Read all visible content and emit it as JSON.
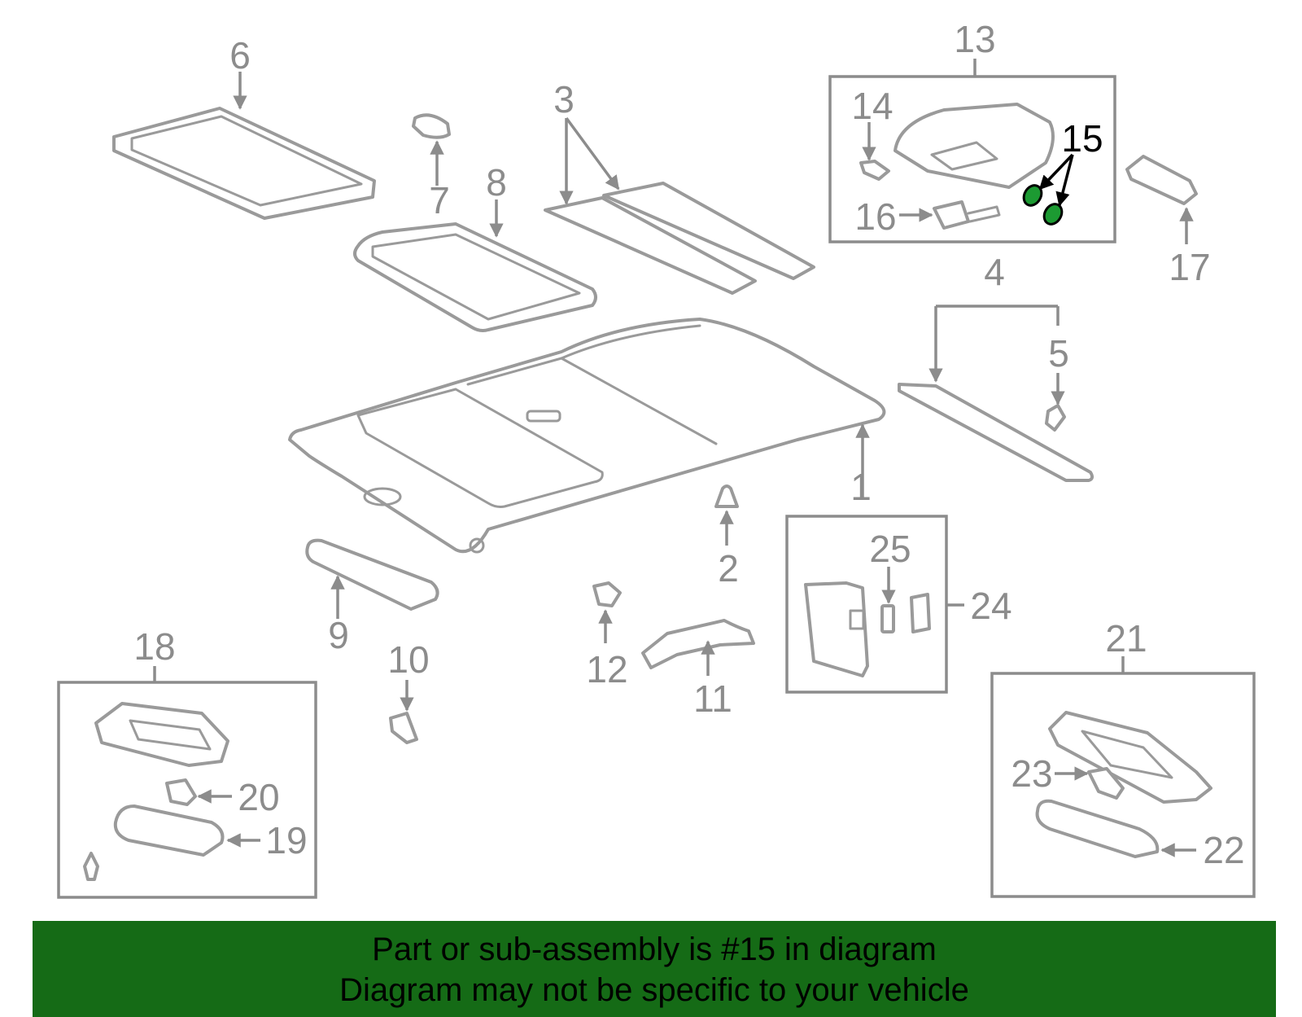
{
  "callouts": {
    "c1": "1",
    "c2": "2",
    "c3": "3",
    "c4": "4",
    "c5": "5",
    "c6": "6",
    "c7": "7",
    "c8": "8",
    "c9": "9",
    "c10": "10",
    "c11": "11",
    "c12": "12",
    "c13": "13",
    "c14": "14",
    "c15": "15",
    "c16": "16",
    "c17": "17",
    "c18": "18",
    "c19": "19",
    "c20": "20",
    "c21": "21",
    "c22": "22",
    "c23": "23",
    "c24": "24",
    "c25": "25"
  },
  "highlighted_part": "15",
  "colors": {
    "banner_background": "#156b16",
    "highlight_part": "#1c9a32",
    "line_art": "#9a9a9a"
  },
  "banner": {
    "line1": "Part or sub-assembly is #15 in diagram",
    "line2": "Diagram may not be specific to your vehicle"
  }
}
